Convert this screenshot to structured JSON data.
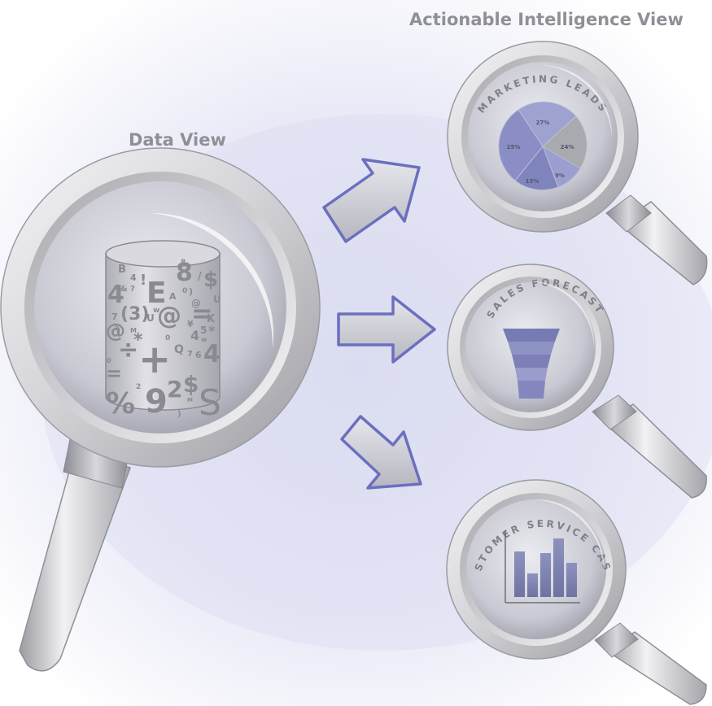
{
  "headings": {
    "actionable": "Actionable Intelligence View",
    "data_view": "Data View"
  },
  "data_glyphs": [
    "8",
    "B",
    "4",
    "!",
    "E",
    "8",
    "/",
    "$",
    "4",
    "&",
    "?",
    "A",
    "0",
    ")",
    "7",
    "s",
    "(3)",
    "w",
    "@",
    "=",
    "U",
    "U",
    "K",
    "@",
    "M",
    "@",
    "¥",
    "4",
    "5",
    "*",
    "÷",
    "*",
    "0",
    "w",
    "+",
    "Q",
    "7",
    "6",
    "4",
    "0",
    "=",
    "%",
    "9",
    "2",
    "$",
    "S",
    "2",
    "M",
    ")"
  ],
  "lenses": {
    "marketing": {
      "label": "MARKETING LEADS",
      "slices": [
        "27%",
        "24%",
        "9%",
        "15%",
        "25%"
      ]
    },
    "sales": {
      "label": "SALES FORECAST"
    },
    "service": {
      "label": "CUSTOMER SERVICE CASES"
    }
  },
  "colors": {
    "arrow_stroke": "#6b6fbf",
    "heading": "#8f9096",
    "chart_fill": "#8b8fbc"
  }
}
